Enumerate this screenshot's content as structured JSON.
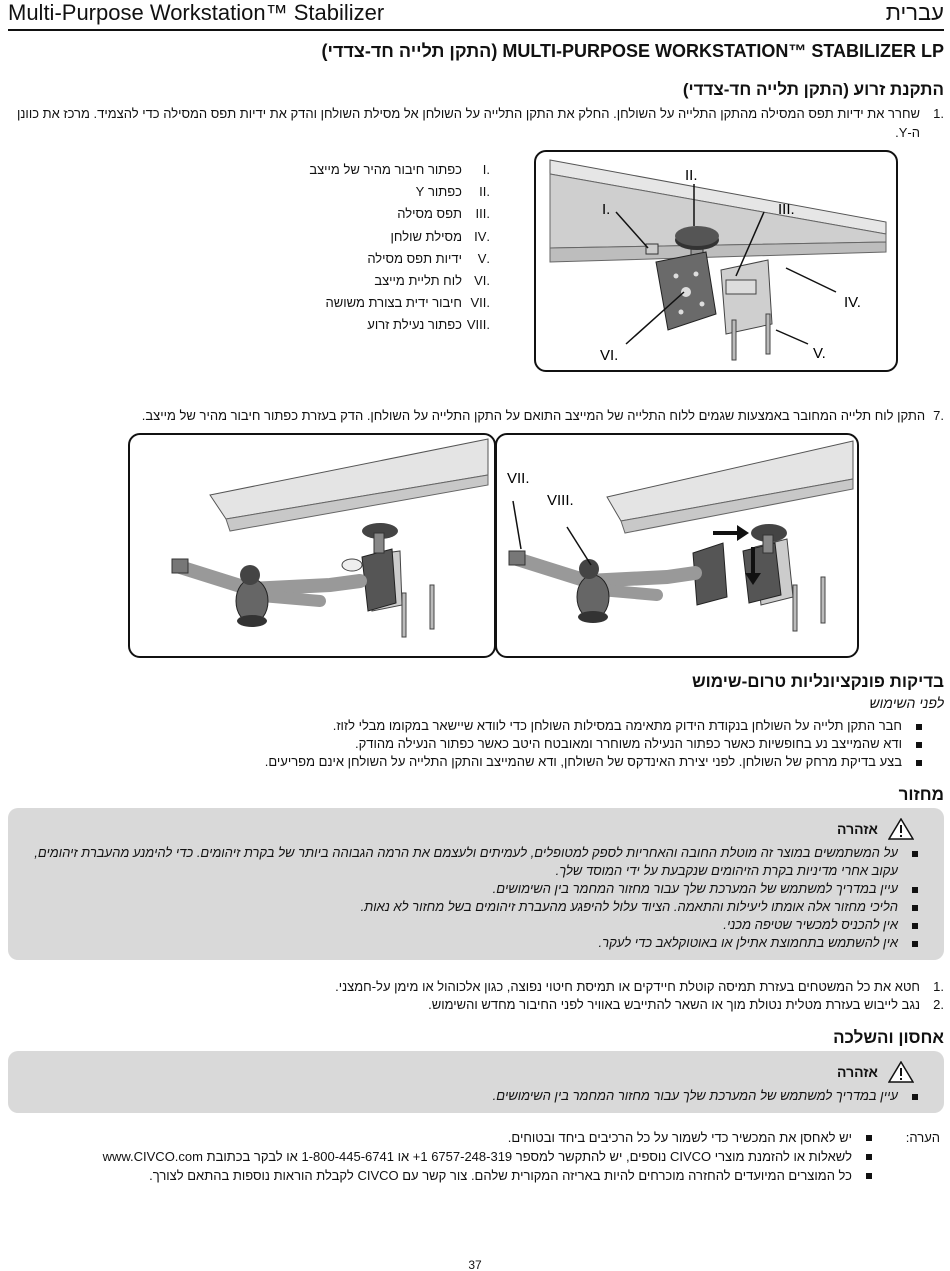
{
  "header": {
    "left": "Multi-Purpose Workstation™ Stabilizer",
    "right": "עברית"
  },
  "main_title": "MULTI-PURPOSE WORKSTATION™ STABILIZER LP (התקן תלייה חד-צדדי)",
  "section1": {
    "title": "התקנת זרוע (התקן תלייה חד-צדדי)",
    "step1_num": ".1",
    "step1_text": "שחרר את ידיות תפס המסילה מהתקן התלייה על השולחן. החלק את התקן התלייה על השולחן אל מסילת השולחן והדק את ידיות תפס המסילה כדי להצמיד. מרכז את כוונן ה-Y.",
    "parts": [
      {
        "num": ".I",
        "label": "כפתור חיבור מהיר של מייצב"
      },
      {
        "num": ".II",
        "label": "כפתור Y"
      },
      {
        "num": ".III",
        "label": "תפס מסילה"
      },
      {
        "num": ".IV",
        "label": "מסילת שולחן"
      },
      {
        "num": ".V",
        "label": "ידיות תפס מסילה"
      },
      {
        "num": ".VI",
        "label": "לוח תליית מייצב"
      },
      {
        "num": ".VII",
        "label": "חיבור ידית בצורת משושה"
      },
      {
        "num": ".VIII",
        "label": "כפתור נעילת זרוע"
      }
    ],
    "fig1_labels": {
      "i": "I.",
      "ii": "II.",
      "iii": "III.",
      "iv": "IV.",
      "v": "V.",
      "vi": "VI."
    },
    "step7_num": ".7",
    "step7_text": "התקן לוח תלייה המחובר באמצעות שגמים ללוח התלייה של המייצב התואם על התקן התלייה על השולחן. הדק בעזרת כפתור חיבור מהיר של מייצב.",
    "fig2_labels": {
      "vii": "VII.",
      "viii": "VIII."
    }
  },
  "section2": {
    "title": "בדיקות פונקציונליות טרום-שימוש",
    "subtitle": "לפני השימוש",
    "items": [
      "חבר התקן תלייה על השולחן בנקודת הידוק מתאימה במסילות השולחן כדי לוודא שיישאר במקומו מבלי לזוז.",
      "ודא שהמייצב נע בחופשיות כאשר כפתור הנעילה משוחרר ומאובטח היטב כאשר כפתור הנעילה מהודק.",
      "בצע בדיקת מרחק של השולחן. לפני יצירת האינדקס של השולחן, ודא שהמייצב והתקן התלייה על השולחן אינם מפריעים."
    ]
  },
  "section3": {
    "title": "מחזור",
    "warning_label": "אזהרה",
    "warnings": [
      "על המשתמשים במוצר זה מוטלת החובה והאחריות לספק למטופלים, לעמיתים ולעצמם את הרמה הגבוהה ביותר של בקרת זיהומים. כדי להימנע מהעברת זיהומים, עקוב אחרי מדיניות בקרת הזיהומים שנקבעת על ידי המוסד שלך.",
      "עיין במדריך למשתמש של המערכת שלך עבור מחזור המחמר בין השימושים.",
      "הליכי מחזור אלה אומתו ליעילות והתאמה. הציוד עלול להיפגע מהעברת זיהומים בשל מחזור לא נאות.",
      "אין להכניס למכשיר שטיפה מכני.",
      "אין להשתמש בתחמוצת אתילן או באוטוקלאב כדי לעקר."
    ],
    "steps": [
      {
        "num": ".1",
        "text": "חטא את כל המשטחים בעזרת תמיסה קוטלת חיידקים או תמיסת חיטוי נפוצה, כגון אלכוהול או מימן על-חמצני."
      },
      {
        "num": ".2",
        "text": "נגב לייבוש בעזרת מטלית נטולת מוך או השאר להתייבש באוויר לפני החיבור מחדש והשימוש."
      }
    ]
  },
  "section4": {
    "title": "אחסון והשלכה",
    "warning_label": "אזהרה",
    "warnings": [
      "עיין במדריך למשתמש של המערכת שלך עבור מחזור המחמר בין השימושים."
    ],
    "note_label": "הערה:",
    "notes": [
      "יש לאחסן את המכשיר כדי לשמור על כל הרכיבים ביחד ובטוחים.",
      "לשאלות או להזמנת מוצרי CIVCO נוספים, יש להתקשר למספר 6757-248-319 1+ או 1-800-445-6741 או לבקר בכתובת www.CIVCO.com",
      "כל המוצרים המיועדים להחזרה מוכרחים להיות באריזה המקורית שלהם. צור קשר עם CIVCO לקבלת הוראות נוספות בהתאם לצורך."
    ]
  },
  "page_number": "37"
}
